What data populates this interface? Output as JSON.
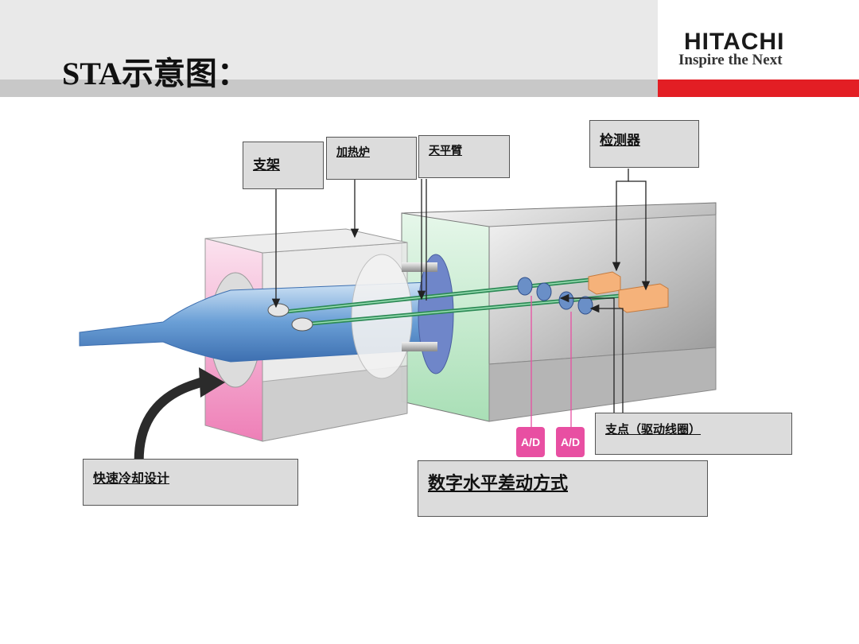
{
  "slide": {
    "title": "STA示意图：",
    "logo": {
      "name": "HITACHI",
      "tagline": "Inspire the Next"
    }
  },
  "labels": {
    "holder": "支架",
    "furnace": "加热炉",
    "balance_beam": "天平臂",
    "detector": "检测器",
    "fulcrum": "支点（驱动线圈）",
    "rapid_cooling": "快速冷却设计",
    "digital_method": "数字水平差动方式"
  },
  "converters": [
    "A/D",
    "A/D"
  ],
  "colors": {
    "brand_red": "#e31e24",
    "label_fill": "#dcdcdc",
    "furnace_front": "#f4b8d6",
    "beam_green": "#2e8b57",
    "tube_blue": "#6a9fd6",
    "ad_pink": "#e84fa2",
    "detector_orange": "#f5b27a"
  }
}
